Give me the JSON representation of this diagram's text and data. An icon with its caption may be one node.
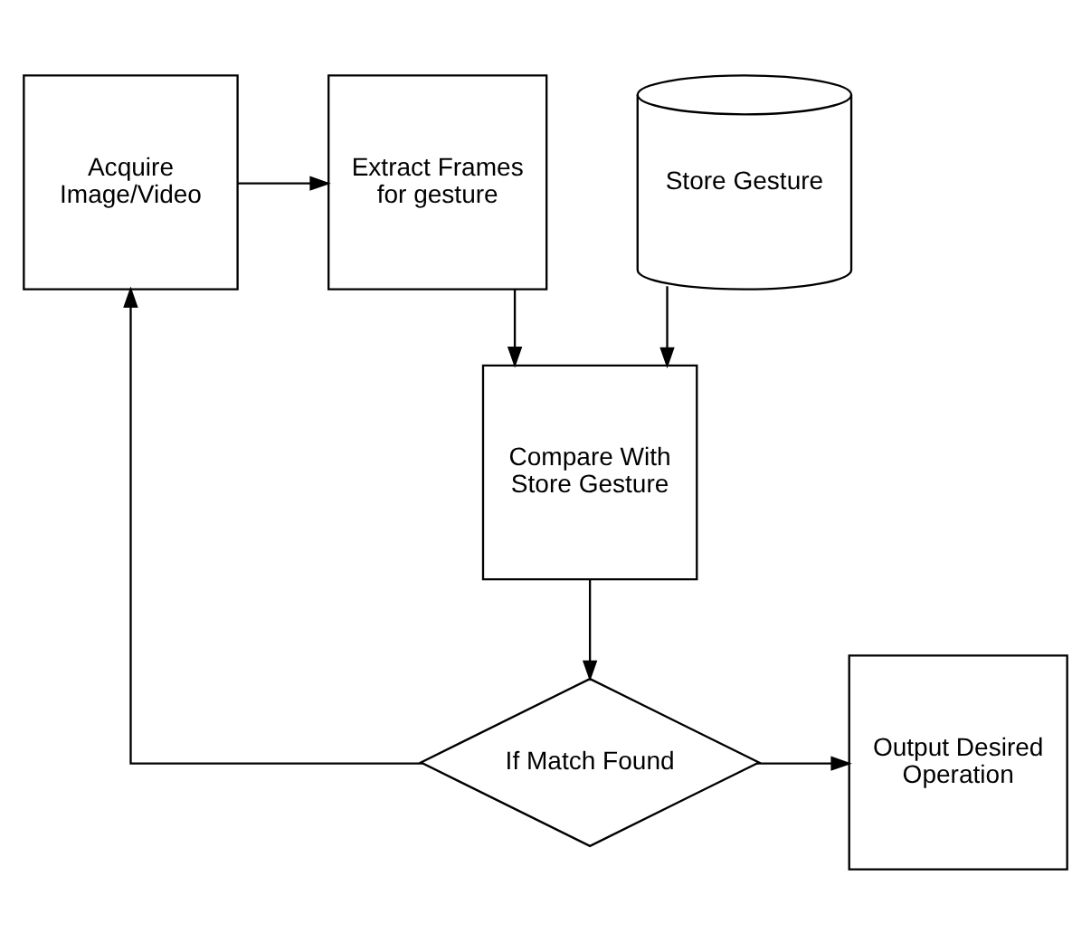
{
  "diagram": {
    "nodes": [
      {
        "text": [
          "Acquire Image/Video"
        ]
      },
      {
        "text": [
          "Extract Frames for gesture"
        ]
      },
      {
        "text": [
          "Store Gesture"
        ]
      },
      {
        "text": [
          "Compare With Store Gesture"
        ]
      },
      {
        "text": [
          "If Match Found"
        ]
      },
      {
        "text": [
          "Output Desired Operation"
        ]
      }
    ],
    "edges": [
      {
        "from": 0,
        "to": 1,
        "arrow": "to"
      },
      {
        "from": 1,
        "to": 3,
        "arrow": "to"
      },
      {
        "from": 2,
        "to": 3,
        "arrow": "to"
      },
      {
        "from": 3,
        "to": 4,
        "arrow": "to"
      },
      {
        "from": 4,
        "to": 0,
        "arrow": "to"
      },
      {
        "from": 4,
        "to": 5,
        "arrow": "to"
      }
    ]
  }
}
